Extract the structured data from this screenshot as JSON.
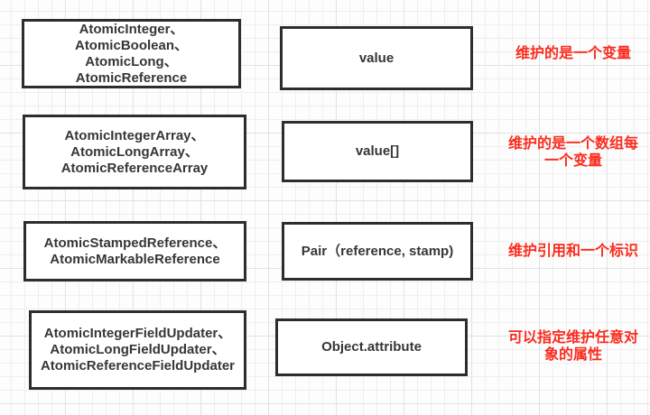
{
  "colors": {
    "box_border": "#2d2d2d",
    "box_text": "#363636",
    "note_red": "#fb2b1d",
    "grid_minor": "#eeeeee",
    "grid_major": "#e2e2e2",
    "background": "#fdfdfd"
  },
  "rows": [
    {
      "left_lines": [
        "AtomicInteger、",
        "AtomicBoolean、",
        "AtomicLong、",
        "AtomicReference"
      ],
      "middle": "value",
      "note_lines": [
        "维护的是一个变量"
      ]
    },
    {
      "left_lines": [
        "AtomicIntegerArray、",
        "AtomicLongArray、",
        "AtomicReferenceArray"
      ],
      "middle": "value[]",
      "note_lines": [
        "维护的是一个数组每",
        "一个变量"
      ]
    },
    {
      "left_lines": [
        "AtomicStampedReference、",
        "AtomicMarkableReference"
      ],
      "middle": "Pair（reference, stamp)",
      "note_lines": [
        "维护引用和一个标识"
      ]
    },
    {
      "left_lines": [
        "AtomicIntegerFieldUpdater、",
        "AtomicLongFieldUpdater、",
        "AtomicReferenceFieldUpdater"
      ],
      "middle": "Object.attribute",
      "note_lines": [
        "可以指定维护任意对",
        "象的属性"
      ]
    }
  ]
}
